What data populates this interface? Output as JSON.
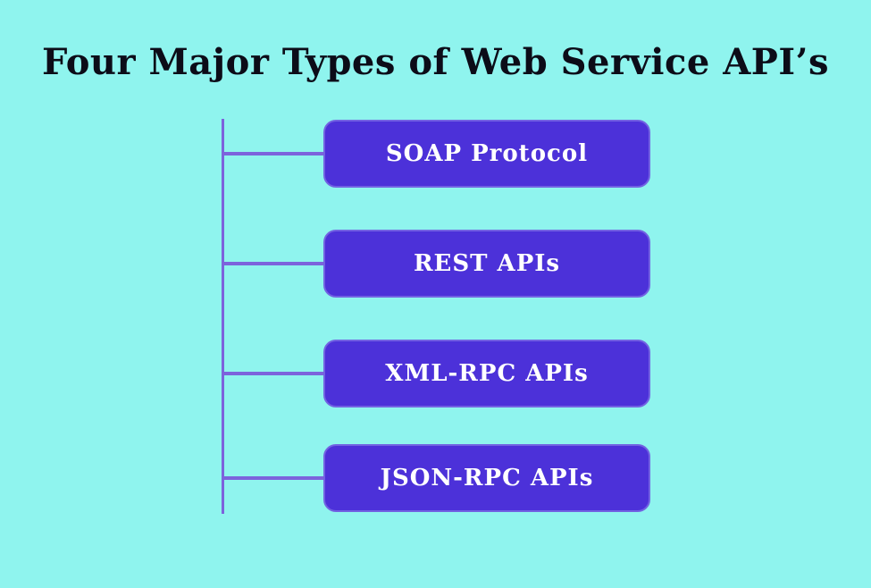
{
  "title": "Four Major Types of Web Service API’s",
  "colors": {
    "background": "#8ff4ee",
    "title_text": "#0c0c18",
    "box_fill": "#4c31d9",
    "box_border": "#7262e2",
    "box_text": "#ffffff",
    "connector": "#7c63dc"
  },
  "diagram": {
    "items": [
      {
        "label": "SOAP Protocol"
      },
      {
        "label": "REST APIs"
      },
      {
        "label": "XML-RPC APIs"
      },
      {
        "label": "JSON-RPC APIs"
      }
    ]
  }
}
